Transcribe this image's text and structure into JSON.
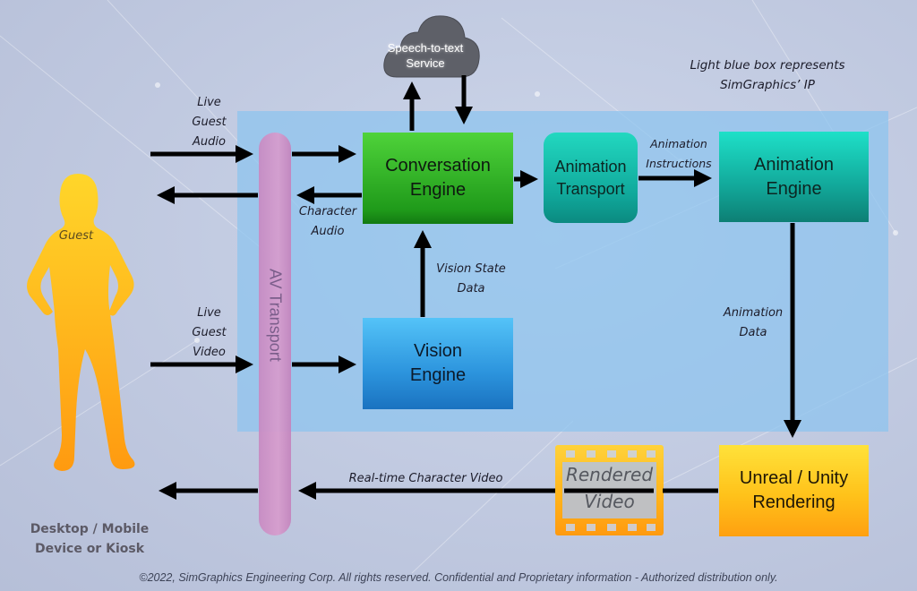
{
  "diagram": {
    "legend_note": [
      "Light blue box represents",
      "SimGraphics’ IP"
    ],
    "colors": {
      "ip_box": "#8cc3ee",
      "conversation_engine": "#2fb528",
      "animation_transport": "#14b8a8",
      "animation_engine": "#14b8a8",
      "vision_engine": "#2c94dd",
      "rendering": "#ffc21a",
      "av_transport": "#d79ccd",
      "guest": "#ffb21a",
      "cloud": "#5e6068"
    },
    "nodes": {
      "speech_to_text": [
        "Speech-to-text",
        "Service"
      ],
      "conversation_engine": [
        "Conversation",
        "Engine"
      ],
      "animation_transport": [
        "Animation",
        "Transport"
      ],
      "animation_engine": [
        "Animation",
        "Engine"
      ],
      "vision_engine": [
        "Vision",
        "Engine"
      ],
      "rendering": [
        "Unreal / Unity",
        "Rendering"
      ],
      "av_transport": "AV Transport",
      "rendered_video": [
        "Rendered",
        "Video"
      ],
      "guest": "Guest",
      "device": [
        "Desktop / Mobile",
        "Device or Kiosk"
      ]
    },
    "edge_labels": {
      "live_guest_audio": [
        "Live",
        "Guest",
        "Audio"
      ],
      "character_audio": [
        "Character",
        "Audio"
      ],
      "live_guest_video": [
        "Live",
        "Guest",
        "Video"
      ],
      "vision_state_data": [
        "Vision State",
        "Data"
      ],
      "animation_instructions": [
        "Animation",
        "Instructions"
      ],
      "animation_data": [
        "Animation",
        "Data"
      ],
      "realtime_character_video": "Real-time Character Video"
    },
    "edges": [
      {
        "from": "guest",
        "to": "av_transport",
        "label": "live_guest_audio"
      },
      {
        "from": "av_transport",
        "to": "conversation_engine",
        "label": "live_guest_audio"
      },
      {
        "from": "conversation_engine",
        "to": "av_transport",
        "label": "character_audio"
      },
      {
        "from": "av_transport",
        "to": "guest",
        "label": "character_audio"
      },
      {
        "from": "conversation_engine",
        "to": "speech_to_text",
        "label": ""
      },
      {
        "from": "speech_to_text",
        "to": "conversation_engine",
        "label": ""
      },
      {
        "from": "conversation_engine",
        "to": "animation_transport",
        "label": ""
      },
      {
        "from": "animation_transport",
        "to": "animation_engine",
        "label": "animation_instructions"
      },
      {
        "from": "guest",
        "to": "av_transport",
        "label": "live_guest_video"
      },
      {
        "from": "av_transport",
        "to": "vision_engine",
        "label": "live_guest_video"
      },
      {
        "from": "vision_engine",
        "to": "conversation_engine",
        "label": "vision_state_data"
      },
      {
        "from": "animation_engine",
        "to": "rendering",
        "label": "animation_data"
      },
      {
        "from": "rendering",
        "to": "av_transport",
        "label": "realtime_character_video"
      },
      {
        "from": "av_transport",
        "to": "guest",
        "label": "realtime_character_video"
      }
    ]
  },
  "footer": "©2022, SimGraphics Engineering Corp. All rights reserved. Confidential and Proprietary information - Authorized distribution only."
}
